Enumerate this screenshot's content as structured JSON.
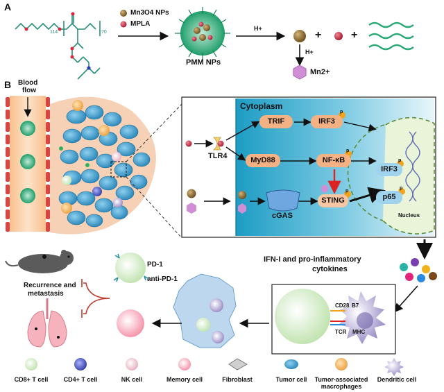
{
  "panel_a": {
    "letter": "A",
    "polymer": {
      "sub_left": "114",
      "sub_right": "70"
    },
    "reagent_1": "Mn3O4 NPs",
    "reagent_2": "MPLA",
    "product": "PMM NPs",
    "acid_1": "H+",
    "acid_2": "H+",
    "plus": "+",
    "ion": "Mn2+"
  },
  "panel_b": {
    "letter": "B",
    "blood_flow": [
      "Blood",
      "flow"
    ],
    "cytoplasm": "Cytoplasm",
    "tlr4": "TLR4",
    "trif": "TRIF",
    "irf3": "IRF3",
    "myd88": "MyD88",
    "nfkb": "NF-κB",
    "cgas": "cGAS",
    "sting": "STING",
    "phospho": "p",
    "nucleus": "Nucleus",
    "nuc_irf3": "IRF3",
    "p65": "p65",
    "cytokines": [
      "IFN-I and pro-inflammatory",
      "cytokines"
    ],
    "cd28": "CD28",
    "b7": "B7",
    "tcr": "TCR",
    "mhc": "MHC",
    "pd1": "PD-1",
    "anti_pd1": "anti-PD-1",
    "outcome": [
      "Recurrence and",
      "metastasis"
    ]
  },
  "legend": {
    "items": [
      {
        "label": "CD8+ T cell",
        "icon": "cd8-t-cell-icon",
        "color": "#cfe8c0"
      },
      {
        "label": "CD4+ T cell",
        "icon": "cd4-t-cell-icon",
        "color": "#3d4bb0"
      },
      {
        "label": "NK cell",
        "icon": "nk-cell-icon",
        "color": "#e9b8c4"
      },
      {
        "label": "Memory cell",
        "icon": "memory-cell-icon",
        "color": "#f07aa6"
      },
      {
        "label": "Fibroblast",
        "icon": "fibroblast-icon",
        "color": "#b5b5b5"
      },
      {
        "label": "Tumor cell",
        "icon": "tumor-cell-icon",
        "color": "#2f8fc4"
      },
      {
        "label": "Tumor-associated macrophages",
        "icon": "tam-icon",
        "color": "#f0a545"
      },
      {
        "label": "Dendritic cell",
        "icon": "dendritic-cell-icon",
        "color": "#8a7ab8"
      }
    ]
  },
  "colors": {
    "pathway_pill": "#f4b183",
    "nucleus_pill": "#9fd3ee",
    "sting_pill": "#f7c6a3",
    "cytoplasm_bg": "#2fa9c9",
    "tumor": "#2a8fc0",
    "vessel": "#f3a05c",
    "inhibit": "#c0392b"
  }
}
